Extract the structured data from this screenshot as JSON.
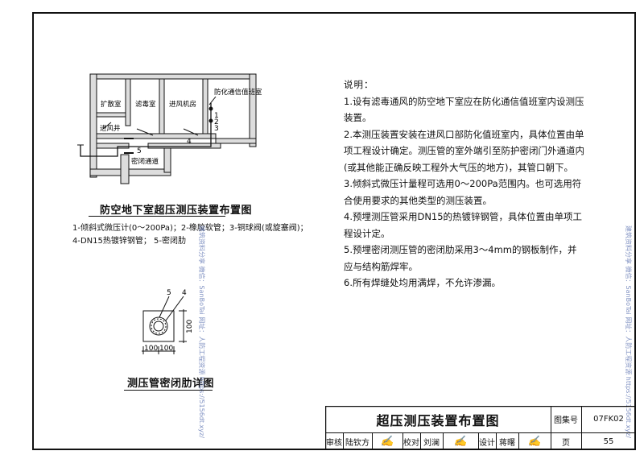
{
  "floor_plan": {
    "rooms": {
      "expansion": "扩散室",
      "filter": "滤毒室",
      "intake": "进风机房",
      "duty": "防化通信值班室",
      "air_shaft": "进风井",
      "airtight_passage": "密闭通道"
    },
    "labels": [
      "1",
      "2",
      "3",
      "4",
      "5"
    ],
    "caption": "防空地下室超压测压装置布置图"
  },
  "legend": {
    "line1": "1-倾斜式微压计(0～200Pa)；2-橡胶软管；3-铜球阀(或旋塞阀)；",
    "line2": "4-DN15热镀锌钢管；      5-密闭肋"
  },
  "detail": {
    "labels": [
      "5",
      "4"
    ],
    "dims": [
      "100",
      "100"
    ],
    "caption": "测压管密闭肋详图"
  },
  "notes": {
    "heading": "说明：",
    "items": [
      "1.设有滤毒通风的防空地下室应在防化通信值班室内设测压装置。",
      "2.本测压装置安装在进风口部防化值班室内，具体位置由单项工程设计确定。测压管的室外端引至防护密闭门外通道内(或其他能正确反映工程外大气压的地方)，其管口朝下。",
      "3.倾斜式微压计量程可选用0～200Pa范围内。也可选用符合使用要求的其他类型的测压装置。",
      "4.预埋测压管采用DN15的热镀锌钢管，具体位置由单项工程设计定。",
      "5.预埋密闭测压管的密闭肋采用3～4mm的钢板制作，并应与结构筋焊牢。",
      "6.所有焊缝处均用满焊，不允许渗漏。"
    ]
  },
  "watermarks": {
    "left": "建筑资料分享 微信：SanBoTai 网址：人防工程资源 https://5156dt.xyz/",
    "right": "建筑资料分享 微信：SanBoTai 网址：人防工程资源 https://5156dt.xyz/"
  },
  "title_block": {
    "title": "超压测压装置布置图",
    "atlas_label": "图集号",
    "atlas_no": "07FK02",
    "review_label": "审核",
    "reviewer": "陆钦方",
    "check_label": "校对",
    "checker": "刘澜",
    "design_label": "设计",
    "designer": "蒋曙",
    "page_label": "页",
    "page_no": "55"
  }
}
